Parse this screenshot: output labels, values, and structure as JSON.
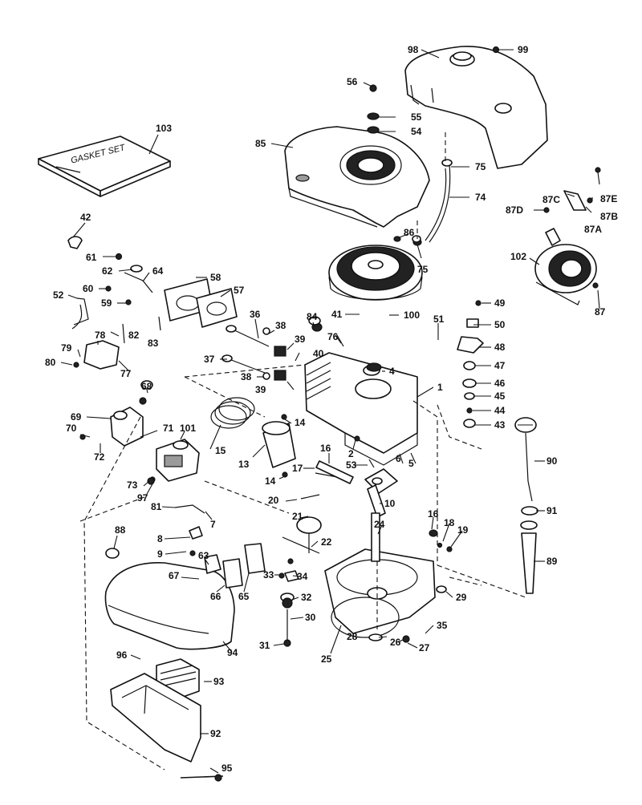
{
  "gasket_set": {
    "box_label": "GASKET SET"
  },
  "callouts": {
    "p1": "1",
    "p2": "2",
    "p4": "4",
    "p5": "5",
    "p6": "6",
    "p7": "7",
    "p8": "8",
    "p9": "9",
    "p10": "10",
    "p13": "13",
    "p14a": "14",
    "p14b": "14",
    "p15": "15",
    "p16a": "16",
    "p16b": "16",
    "p17": "17",
    "p18": "18",
    "p19": "19",
    "p20": "20",
    "p21": "21",
    "p22": "22",
    "p24": "24",
    "p25": "25",
    "p26": "26",
    "p27": "27",
    "p28": "28",
    "p29": "29",
    "p30": "30",
    "p31": "31",
    "p32": "32",
    "p33": "33",
    "p34": "34",
    "p35": "35",
    "p36": "36",
    "p37": "37",
    "p38a": "38",
    "p38b": "38",
    "p39a": "39",
    "p39b": "39",
    "p40": "40",
    "p41": "41",
    "p42": "42",
    "p43": "43",
    "p44": "44",
    "p45": "45",
    "p46": "46",
    "p47": "47",
    "p48": "48",
    "p49": "49",
    "p50": "50",
    "p51": "51",
    "p52": "52",
    "p53": "53",
    "p54": "54",
    "p55": "55",
    "p56": "56",
    "p57": "57",
    "p58": "58",
    "p59": "59",
    "p60": "60",
    "p61": "61",
    "p62": "62",
    "p63": "63",
    "p64": "64",
    "p65": "65",
    "p66": "66",
    "p67": "67",
    "p68": "68",
    "p69": "69",
    "p70": "70",
    "p71": "71",
    "p72": "72",
    "p73": "73",
    "p74": "74",
    "p75a": "75",
    "p75b": "75",
    "p76": "76",
    "p77": "77",
    "p78": "78",
    "p79": "79",
    "p80": "80",
    "p81": "81",
    "p82": "82",
    "p83": "83",
    "p84": "84",
    "p85": "85",
    "p86": "86",
    "p87": "87",
    "p87A": "87A",
    "p87B": "87B",
    "p87C": "87C",
    "p87D": "87D",
    "p87E": "87E",
    "p88": "88",
    "p89": "89",
    "p90": "90",
    "p91": "91",
    "p92": "92",
    "p93": "93",
    "p94": "94",
    "p95": "95",
    "p96": "96",
    "p97": "97",
    "p98": "98",
    "p99": "99",
    "p100": "100",
    "p101": "101",
    "p102": "102",
    "p103": "103"
  }
}
